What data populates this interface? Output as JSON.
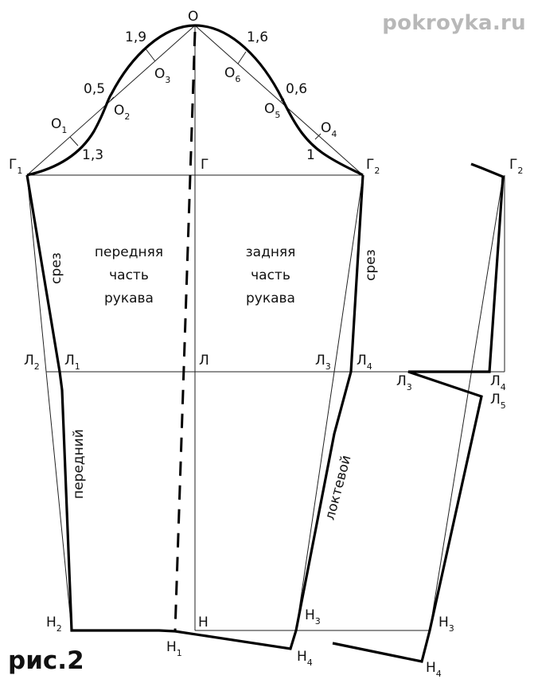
{
  "watermark": "pokroyka.ru",
  "figure_label": "рис.2",
  "points": {
    "O": {
      "letter": "О",
      "sub": ""
    },
    "O1": {
      "letter": "О",
      "sub": "1"
    },
    "O2": {
      "letter": "О",
      "sub": "2"
    },
    "O3": {
      "letter": "О",
      "sub": "3"
    },
    "O4": {
      "letter": "О",
      "sub": "4"
    },
    "O5": {
      "letter": "О",
      "sub": "5"
    },
    "O6": {
      "letter": "О",
      "sub": "6"
    },
    "G": {
      "letter": "Г",
      "sub": ""
    },
    "G1": {
      "letter": "Г",
      "sub": "1"
    },
    "G2": {
      "letter": "Г",
      "sub": "2"
    },
    "G2_right": {
      "letter": "Г",
      "sub": "2"
    },
    "L": {
      "letter": "Л",
      "sub": ""
    },
    "L1": {
      "letter": "Л",
      "sub": "1"
    },
    "L2": {
      "letter": "Л",
      "sub": "2"
    },
    "L3": {
      "letter": "Л",
      "sub": "3"
    },
    "L4": {
      "letter": "Л",
      "sub": "4"
    },
    "L3_right": {
      "letter": "Л",
      "sub": "3"
    },
    "L4_right": {
      "letter": "Л",
      "sub": "4"
    },
    "L5_right": {
      "letter": "Л",
      "sub": "5"
    },
    "H": {
      "letter": "Н",
      "sub": ""
    },
    "H1": {
      "letter": "Н",
      "sub": "1"
    },
    "H2": {
      "letter": "Н",
      "sub": "2"
    },
    "H3": {
      "letter": "Н",
      "sub": "3"
    },
    "H4": {
      "letter": "Н",
      "sub": "4"
    },
    "H3_right": {
      "letter": "Н",
      "sub": "3"
    },
    "H4_right": {
      "letter": "Н",
      "sub": "4"
    }
  },
  "measurements": {
    "m_1_9": "1,9",
    "m_0_5": "0,5",
    "m_1_3": "1,3",
    "m_1_6": "1,6",
    "m_0_6": "0,6",
    "m_1": "1"
  },
  "labels": {
    "front_part": [
      "передняя",
      "часть",
      "рукава"
    ],
    "back_part": [
      "задняя",
      "часть",
      "рукава"
    ],
    "cut_left": "срез",
    "cut_right": "срез",
    "front_seam": "передний",
    "elbow_seam": "локтевой"
  }
}
